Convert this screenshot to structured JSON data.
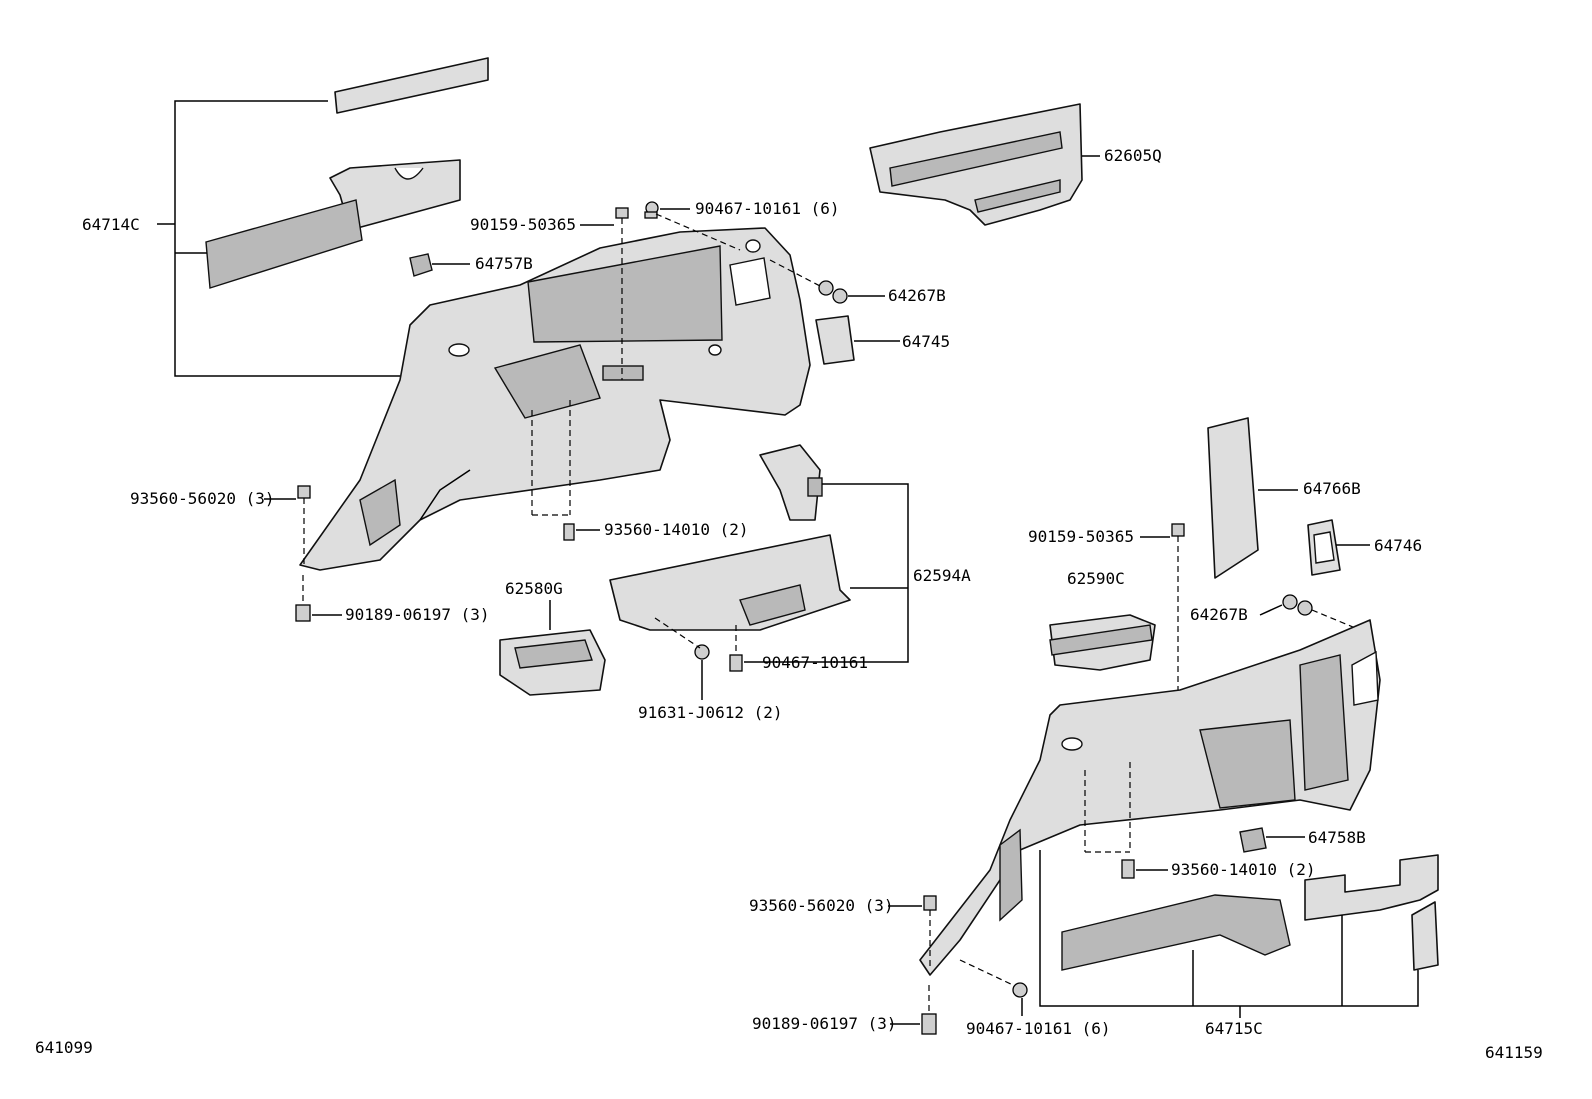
{
  "labels": {
    "l64714C": "64714C",
    "l64757B": "64757B",
    "l90159_50365_a": "90159-50365",
    "l90467_10161_6_a": "90467-10161 (6)",
    "l62605Q": "62605Q",
    "l64267B_a": "64267B",
    "l64745": "64745",
    "l93560_56020_3_a": "93560-56020 (3)",
    "l93560_14010_2_a": "93560-14010 (2)",
    "l90189_06197_3_a": "90189-06197 (3)",
    "l62580G": "62580G",
    "l62594A": "62594A",
    "l90467_10161": "90467-10161",
    "l91631_J0612_2": "91631-J0612 (2)",
    "l64766B": "64766B",
    "l64746": "64746",
    "l90159_50365_b": "90159-50365",
    "l62590C": "62590C",
    "l64267B_b": "64267B",
    "l64758B": "64758B",
    "l93560_14010_2_b": "93560-14010 (2)",
    "l93560_56020_3_b": "93560-56020 (3)",
    "l90189_06197_3_b": "90189-06197 (3)",
    "l90467_10161_6_b": "90467-10161 (6)",
    "l64715C": "64715C",
    "ref_left": "641099",
    "ref_right": "641159"
  }
}
